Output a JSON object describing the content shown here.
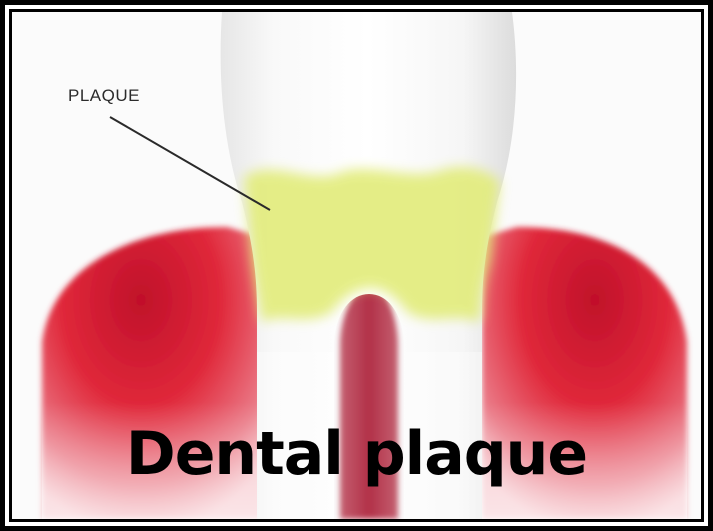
{
  "figure": {
    "callout_label": "PLAQUE",
    "title": "Dental plaque"
  },
  "colors": {
    "gum_red": "#e0283a",
    "gum_pink": "#f0a0a8",
    "tooth_white": "#f6f6f6",
    "plaque_yellow": "#e2ec7a",
    "border": "#000000",
    "title_text": "#000000"
  },
  "icons": {
    "tooth": "tooth-illustration",
    "gums": "gum-tissue-illustration",
    "plaque_band": "plaque-deposit-illustration",
    "leader_line": "callout-leader-line"
  }
}
